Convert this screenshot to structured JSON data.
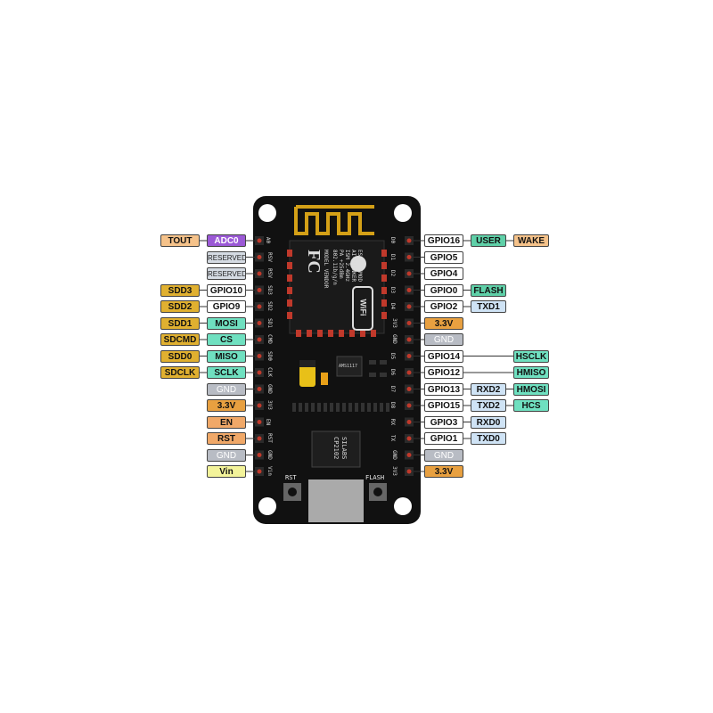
{
  "colors": {
    "board": "#111111",
    "antenna": "#d4a017",
    "pin_socket": "#2a2a2a",
    "pin_dot": "#c0392b",
    "white_label": "#ffffff",
    "gpio_label": "#ffffff",
    "tout": "#f5c28a",
    "adc0": "#9b59d6",
    "reserved": "#d5dbe3",
    "sdd": "#e0b030",
    "spi": "#6fe0c0",
    "gnd": "#b8bcc4",
    "power": "#e8a040",
    "en_rst": "#f0a868",
    "vin": "#f3f39a",
    "user": "#5fd0a8",
    "wake": "#f5c28a",
    "flash": "#5fd0a8",
    "uart": "#cfe3f5",
    "hspi": "#6fe0c0"
  },
  "left_pins": [
    {
      "silk": "A0",
      "labels": [
        {
          "text": "TOUT",
          "type": "tout"
        },
        {
          "text": "ADC0",
          "type": "adc0"
        }
      ]
    },
    {
      "silk": "RSV",
      "labels": [
        {
          "text": "RESERVED",
          "type": "reserved"
        }
      ]
    },
    {
      "silk": "RSV",
      "labels": [
        {
          "text": "RESERVED",
          "type": "reserved"
        }
      ]
    },
    {
      "silk": "SD3",
      "labels": [
        {
          "text": "SDD3",
          "type": "sdd"
        },
        {
          "text": "GPIO10",
          "type": "gpio_label"
        }
      ]
    },
    {
      "silk": "SD2",
      "labels": [
        {
          "text": "SDD2",
          "type": "sdd"
        },
        {
          "text": "GPIO9",
          "type": "gpio_label"
        }
      ]
    },
    {
      "silk": "SD1",
      "labels": [
        {
          "text": "SDD1",
          "type": "sdd"
        },
        {
          "text": "MOSI",
          "type": "spi"
        }
      ]
    },
    {
      "silk": "CMD",
      "labels": [
        {
          "text": "SDCMD",
          "type": "sdd"
        },
        {
          "text": "CS",
          "type": "spi"
        }
      ]
    },
    {
      "silk": "SD0",
      "labels": [
        {
          "text": "SDD0",
          "type": "sdd"
        },
        {
          "text": "MISO",
          "type": "spi"
        }
      ]
    },
    {
      "silk": "CLK",
      "labels": [
        {
          "text": "SDCLK",
          "type": "sdd"
        },
        {
          "text": "SCLK",
          "type": "spi"
        }
      ]
    },
    {
      "silk": "GND",
      "labels": [
        {
          "text": "GND",
          "type": "gnd"
        }
      ]
    },
    {
      "silk": "3V3",
      "labels": [
        {
          "text": "3.3V",
          "type": "power"
        }
      ]
    },
    {
      "silk": "EN",
      "labels": [
        {
          "text": "EN",
          "type": "en_rst"
        }
      ]
    },
    {
      "silk": "RST",
      "labels": [
        {
          "text": "RST",
          "type": "en_rst"
        }
      ]
    },
    {
      "silk": "GND",
      "labels": [
        {
          "text": "GND",
          "type": "gnd"
        }
      ]
    },
    {
      "silk": "Vin",
      "labels": [
        {
          "text": "Vin",
          "type": "vin"
        }
      ]
    }
  ],
  "right_pins": [
    {
      "silk": "D0",
      "labels": [
        {
          "text": "GPIO16",
          "type": "gpio_label"
        },
        {
          "text": "USER",
          "type": "user"
        },
        {
          "text": "WAKE",
          "type": "wake"
        }
      ]
    },
    {
      "silk": "D1",
      "labels": [
        {
          "text": "GPIO5",
          "type": "gpio_label"
        }
      ]
    },
    {
      "silk": "D2",
      "labels": [
        {
          "text": "GPIO4",
          "type": "gpio_label"
        }
      ]
    },
    {
      "silk": "D3",
      "labels": [
        {
          "text": "GPIO0",
          "type": "gpio_label"
        },
        {
          "text": "FLASH",
          "type": "flash"
        }
      ]
    },
    {
      "silk": "D4",
      "labels": [
        {
          "text": "GPIO2",
          "type": "gpio_label"
        },
        {
          "text": "TXD1",
          "type": "uart"
        }
      ]
    },
    {
      "silk": "3V3",
      "labels": [
        {
          "text": "3.3V",
          "type": "power"
        }
      ]
    },
    {
      "silk": "GND",
      "labels": [
        {
          "text": "GND",
          "type": "gnd"
        }
      ]
    },
    {
      "silk": "D5",
      "labels": [
        {
          "text": "GPIO14",
          "type": "gpio_label"
        },
        {
          "text": "HSCLK",
          "type": "hspi",
          "far": true
        }
      ]
    },
    {
      "silk": "D6",
      "labels": [
        {
          "text": "GPIO12",
          "type": "gpio_label"
        },
        {
          "text": "HMISO",
          "type": "hspi",
          "far": true
        }
      ]
    },
    {
      "silk": "D7",
      "labels": [
        {
          "text": "GPIO13",
          "type": "gpio_label"
        },
        {
          "text": "RXD2",
          "type": "uart"
        },
        {
          "text": "HMOSI",
          "type": "hspi"
        }
      ]
    },
    {
      "silk": "D8",
      "labels": [
        {
          "text": "GPIO15",
          "type": "gpio_label"
        },
        {
          "text": "TXD2",
          "type": "uart"
        },
        {
          "text": "HCS",
          "type": "hspi"
        }
      ]
    },
    {
      "silk": "RX",
      "labels": [
        {
          "text": "GPIO3",
          "type": "gpio_label"
        },
        {
          "text": "RXD0",
          "type": "uart"
        }
      ]
    },
    {
      "silk": "TX",
      "labels": [
        {
          "text": "GPIO1",
          "type": "gpio_label"
        },
        {
          "text": "TXD0",
          "type": "uart"
        }
      ]
    },
    {
      "silk": "GND",
      "labels": [
        {
          "text": "GND",
          "type": "gnd"
        }
      ]
    },
    {
      "silk": "3V3",
      "labels": [
        {
          "text": "3.3V",
          "type": "power"
        }
      ]
    }
  ],
  "module": {
    "model_lines": [
      "MODEL",
      "VENDOR"
    ],
    "info_lines": [
      "ESP8266MOD",
      "AI-THINKER",
      "ISM 2.4GHz",
      "PA +25dBm",
      "802.11b/g/n"
    ],
    "fcc": "FC",
    "wifi": "WiFi"
  },
  "regulator": "AMS1117",
  "usb_chip": [
    "SILABS",
    "CP2102"
  ],
  "buttons": {
    "rst": "RST",
    "flash": "FLASH"
  }
}
